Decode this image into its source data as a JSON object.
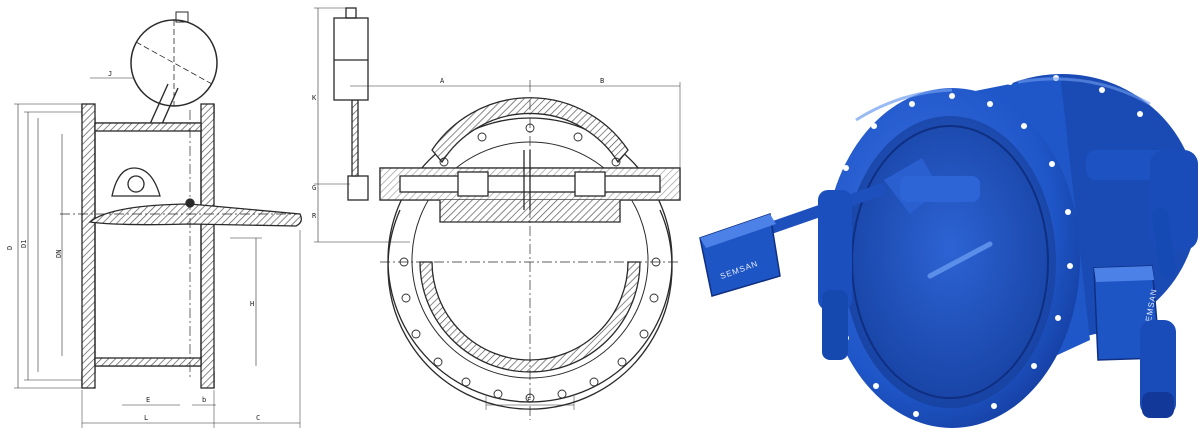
{
  "side_view": {
    "dimensions": {
      "j": "J",
      "d1": "D",
      "d2": "D1",
      "dn": "DN",
      "h": "H",
      "e": "E",
      "b": "b",
      "l": "L",
      "c": "C"
    }
  },
  "front_view": {
    "dimensions": {
      "a": "A",
      "b": "B",
      "k": "K",
      "g": "G",
      "r": "R",
      "f": "F"
    }
  },
  "photo": {
    "brand_left": "SEMSAN",
    "brand_right": "SEMSAN"
  },
  "colors": {
    "valve_blue": "#1f56c8",
    "valve_blue_dark": "#0f2f82",
    "valve_blue_light": "#4c82e8",
    "drawing_ink": "#2a2a2a",
    "hatch": "#555555"
  }
}
